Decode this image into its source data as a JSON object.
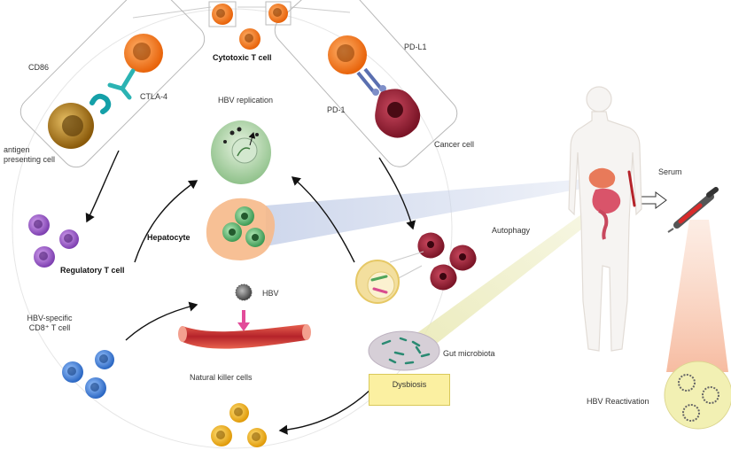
{
  "labels": {
    "cytotoxic_t_cell": "Cytotoxic T cell",
    "cd86": "CD86",
    "ctla4": "CTLA-4",
    "apc_line1": "antigen",
    "apc_line2": "presenting cell",
    "hbv_replication": "HBV  replication",
    "pd_l1": "PD-L1",
    "pd_1": "PD-1",
    "cancer_cell": "Cancer cell",
    "hepatocyte": "Hepatocyte",
    "regulatory_t_cell": "Regulatory T cell",
    "hbv": "HBV",
    "autophagy": "Autophagy",
    "serum": "Serum",
    "hbv_specific_line1": "HBV-specific",
    "hbv_specific_line2": "CD8⁺ T cell",
    "natural_killer_cells": "Natural killer cells",
    "gut_microbiota": "Gut microbiota",
    "dysbiosis": "Dysbiosis",
    "hbv_reactivation": "HBV Reactivation"
  },
  "colors": {
    "cytotoxic_t_cell": "#f07a1e",
    "regulatory_t_cell": "#9b59c6",
    "hbv_specific_cd8": "#3b7fd6",
    "natural_killer": "#f2b31a",
    "cancer_cell": "#9a2236",
    "hepatocyte": "#4fb36a",
    "apc": "#b07a16",
    "body_outline": "#e8e3df",
    "dysbiosis_box": "#fbf0a1"
  }
}
